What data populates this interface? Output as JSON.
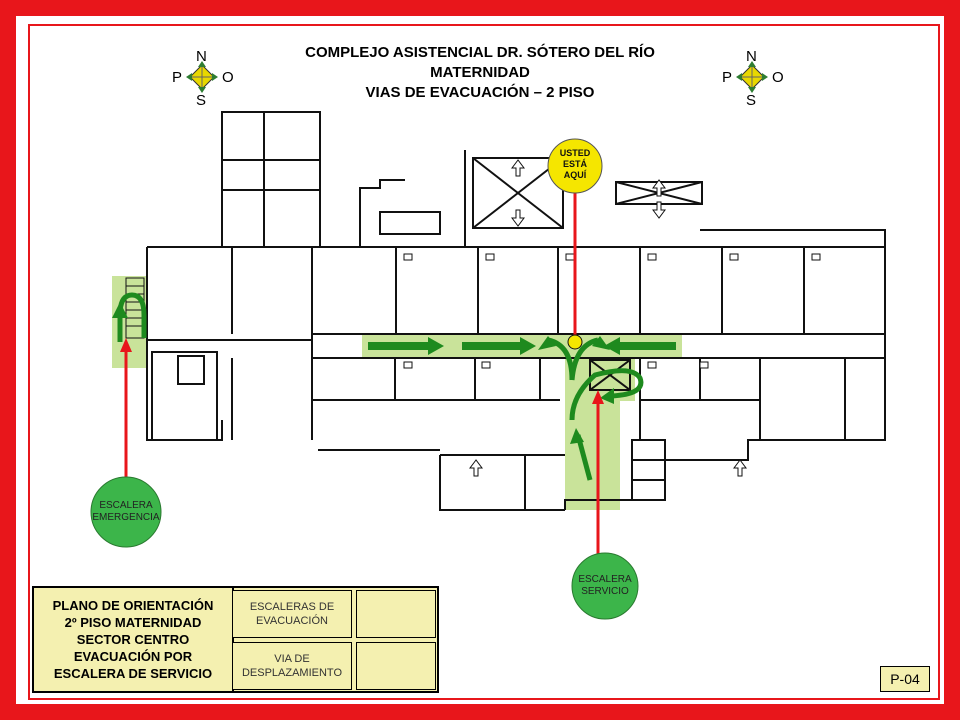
{
  "title": {
    "line1": "COMPLEJO  ASISTENCIAL  DR. SÓTERO DEL RÍO",
    "line2": "MATERNIDAD",
    "line3": "VIAS DE EVACUACIÓN  – 2 PISO"
  },
  "compass": {
    "north": "N",
    "south": "S",
    "east": "O",
    "west": "P"
  },
  "markers": {
    "here": [
      "USTED",
      "ESTÁ",
      "AQUÍ"
    ],
    "emergency_stair": [
      "ESCALERA",
      "EMERGENCIA"
    ],
    "service_stair": [
      "ESCALERA",
      "SERVICIO"
    ]
  },
  "legend": {
    "main_lines": [
      "PLANO DE ORIENTACIÓN",
      "2º PISO MATERNIDAD",
      "SECTOR CENTRO",
      "EVACUACIÓN POR",
      "ESCALERA DE SERVICIO"
    ],
    "stairs_label": [
      "ESCALERAS DE",
      "EVACUACIÓN"
    ],
    "route_label": [
      "VIA DE",
      "DESPLAZAMIENTO"
    ]
  },
  "page_code": "P-04",
  "colors": {
    "border": "#e8161b",
    "route_green": "#1e8a1e",
    "highlight": "#c9e39a",
    "marker_red": "#e8161b",
    "circle_green": "#3cb54a",
    "compass_yellow": "#e8d800",
    "here_yellow": "#f5e600",
    "legend_bg": "#f4f0b0"
  }
}
